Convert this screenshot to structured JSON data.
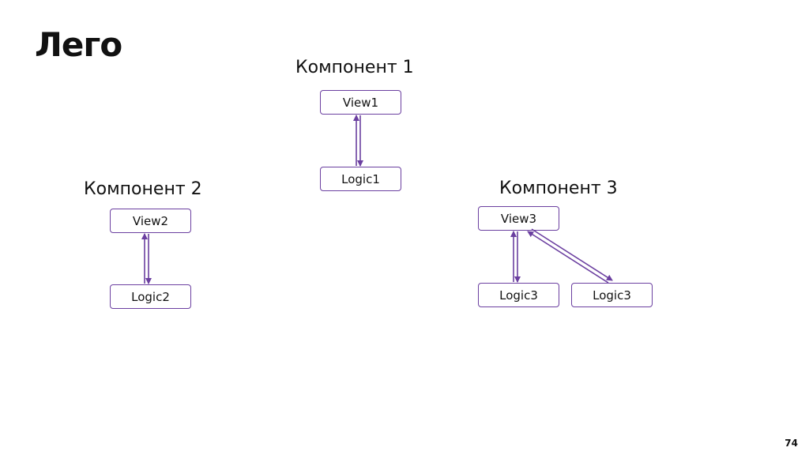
{
  "title": "Лего",
  "page_number": "74",
  "components": [
    {
      "label": "Компонент 1",
      "view": "View1",
      "logic": [
        "Logic1"
      ]
    },
    {
      "label": "Компонент 2",
      "view": "View2",
      "logic": [
        "Logic2"
      ]
    },
    {
      "label": "Компонент 3",
      "view": "View3",
      "logic": [
        "Logic3",
        "Logic3"
      ]
    }
  ],
  "colors": {
    "accent": "#6b3fa0",
    "text": "#111111",
    "background": "#ffffff"
  }
}
